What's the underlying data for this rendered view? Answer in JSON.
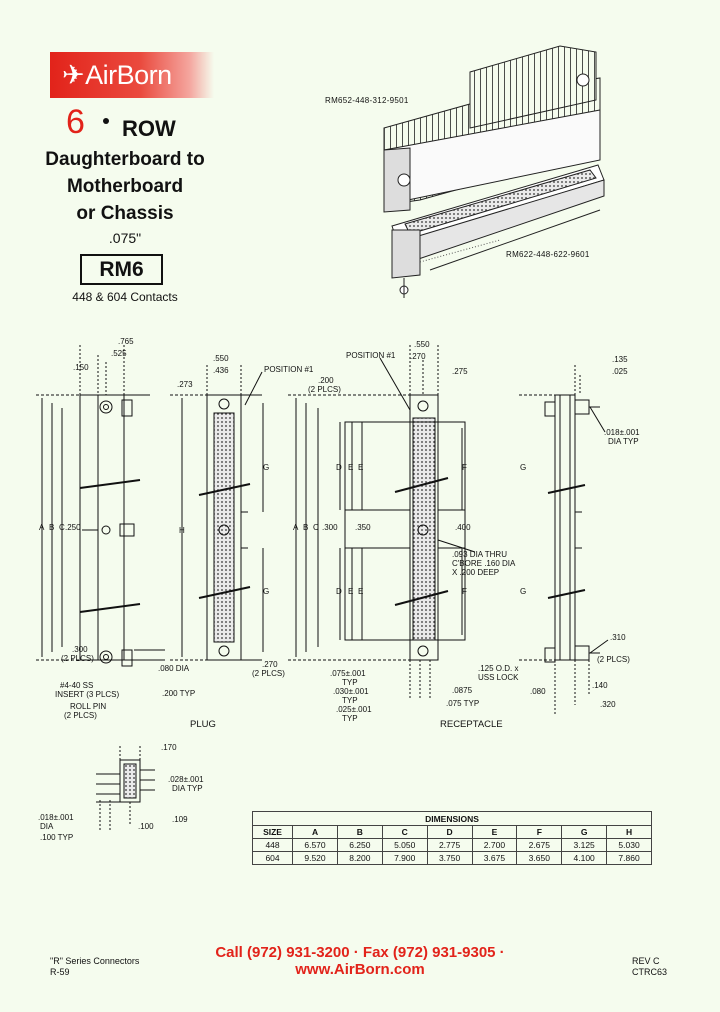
{
  "brand": {
    "name": "AirBorn"
  },
  "heading": {
    "number": "6",
    "row": "ROW",
    "line1": "Daughterboard to",
    "line2": "Motherboard",
    "line3": "or Chassis",
    "pitch": ".075\"",
    "series": "RM6",
    "contacts": "448 & 604 Contacts"
  },
  "photo": {
    "part_top": "RM652-448-312-9501",
    "part_bottom": "RM622-448-622-9601"
  },
  "drawing": {
    "plug_caption": "PLUG",
    "receptacle_caption": "RECEPTACLE",
    "plug_dims": {
      "d765": ".765",
      "d525": ".525",
      "d150": ".150",
      "d550": ".550",
      "d436": ".436",
      "d273": ".273",
      "position1": "POSITION #1",
      "d200": ".200",
      "plcs2": "(2 PLCS)",
      "d250": ".250",
      "d300": ".300",
      "plcs2b": "(2 PLCS)",
      "screw": "#4-40 SS",
      "insert": "INSERT (3 PLCS)",
      "rollpin": "ROLL PIN",
      "rollpin_plcs": "(2 PLCS)",
      "dia_080": ".080 DIA",
      "typ_200": ".200 TYP",
      "a": "A",
      "b": "B",
      "c": "C",
      "g": "G",
      "h": "H"
    },
    "rec_dims": {
      "position1": "POSITION #1",
      "d550": ".550",
      "d270": ".270",
      "d275": ".275",
      "d200": ".200",
      "plcs2": "(2 PLCS)",
      "d300": ".300",
      "d350": ".350",
      "d400": ".400",
      "hole1": ".093 DIA THRU",
      "hole2": "C'BORE .160 DIA",
      "hole3": "X .200 DEEP",
      "d270b": ".270",
      "plcs2b": "(2 PLCS)",
      "d075": ".075±.001",
      "typ": "TYP",
      "d030": ".030±.001",
      "d025": ".025±.001",
      "d0875": ".0875",
      "d075typ": ".075 TYP",
      "dia125": ".125 O.D. x",
      "uss": "USS LOCK",
      "d135": ".135",
      "d025b": ".025",
      "dia018": ".018±.001",
      "dia_typ": "DIA TYP",
      "d310": ".310",
      "plcs2c": "(2 PLCS)",
      "d080": ".080",
      "d140": ".140",
      "d320": ".320",
      "a": "A",
      "b": "B",
      "c": "C",
      "d": "D",
      "e": "E",
      "f": "F",
      "g": "G"
    },
    "detail_dims": {
      "d170": ".170",
      "dia028": ".028±.001",
      "dia_typ": "DIA TYP",
      "d109": ".109",
      "d018": ".018±.001",
      "dia": "DIA",
      "typ100": ".100 TYP",
      "d100": ".100"
    }
  },
  "table": {
    "title": "DIMENSIONS",
    "headers": [
      "SIZE",
      "A",
      "B",
      "C",
      "D",
      "E",
      "F",
      "G",
      "H"
    ],
    "rows": [
      [
        "448",
        "6.570",
        "6.250",
        "5.050",
        "2.775",
        "2.700",
        "2.675",
        "3.125",
        "5.030"
      ],
      [
        "604",
        "9.520",
        "8.200",
        "7.900",
        "3.750",
        "3.675",
        "3.650",
        "4.100",
        "7.860"
      ]
    ]
  },
  "footer": {
    "contact": "Call (972) 931-3200 · Fax (972) 931-9305 · www.AirBorn.com",
    "left1": "\"R\" Series Connectors",
    "left2": "R-59",
    "right1": "REV C",
    "right2": "CTRC63"
  }
}
